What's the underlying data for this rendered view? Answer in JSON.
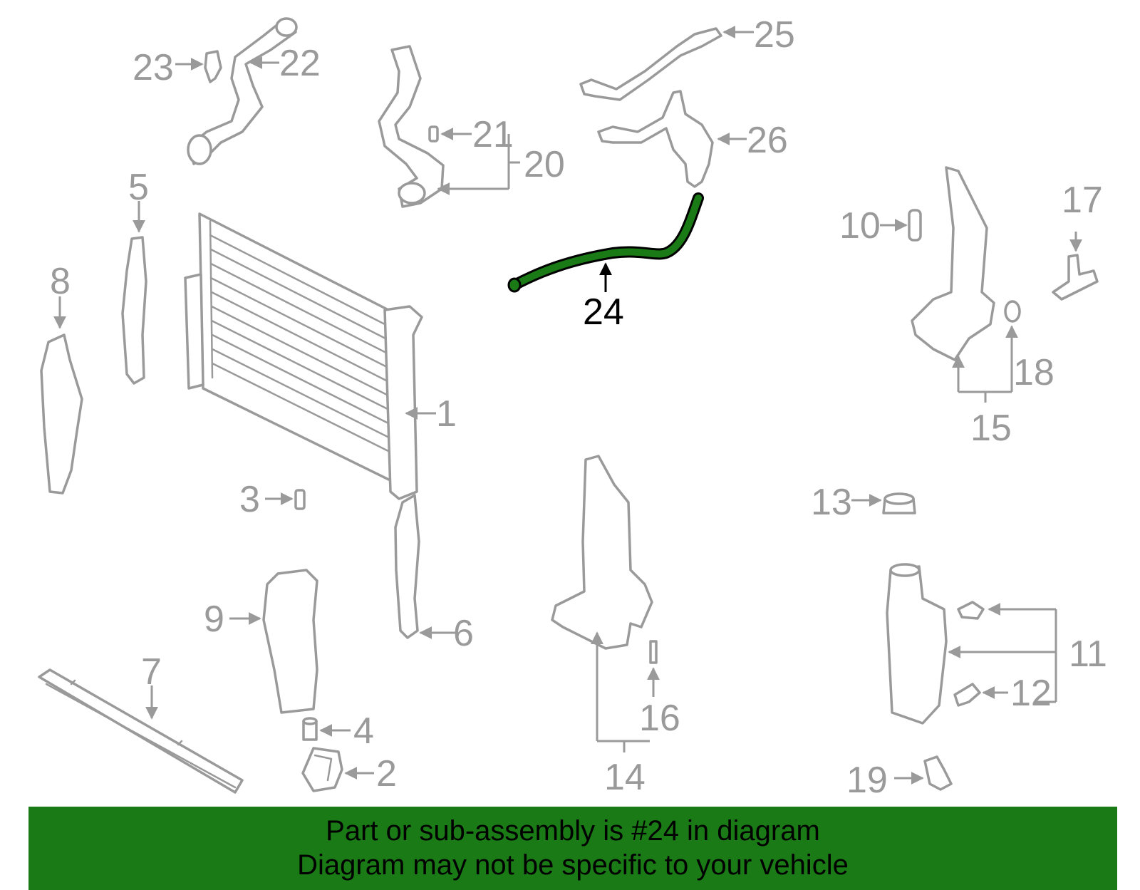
{
  "highlight_color": "#1a7a16",
  "highlight_part": "24",
  "labels": {
    "l1": "1",
    "l2": "2",
    "l3": "3",
    "l4": "4",
    "l5": "5",
    "l6": "6",
    "l7": "7",
    "l8": "8",
    "l9": "9",
    "l10": "10",
    "l11": "11",
    "l12": "12",
    "l13": "13",
    "l14": "14",
    "l15": "15",
    "l16": "16",
    "l17": "17",
    "l18": "18",
    "l19": "19",
    "l20": "20",
    "l21": "21",
    "l22": "22",
    "l23": "23",
    "l24": "24",
    "l25": "25",
    "l26": "26"
  },
  "banner": {
    "line1": "Part or sub-assembly is #24 in diagram",
    "line2": "Diagram may not be specific to your vehicle"
  }
}
